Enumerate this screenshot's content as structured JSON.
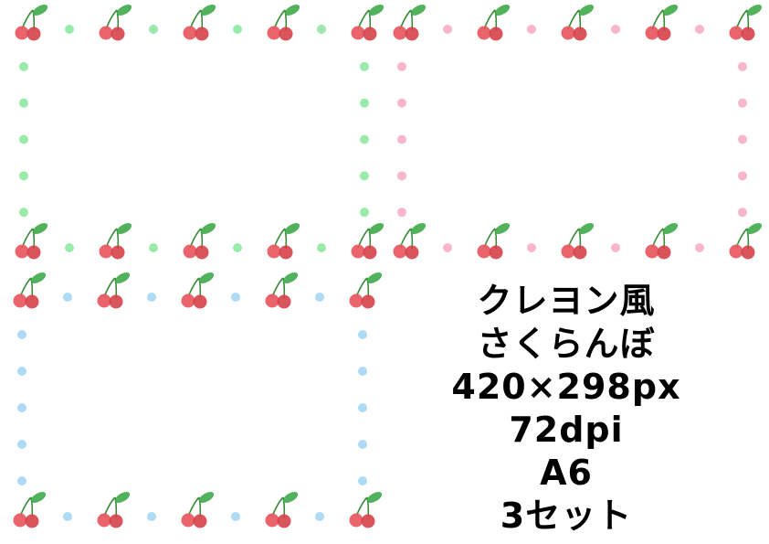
{
  "frames": [
    {
      "name": "frame-green",
      "dot_color": "#88e69a"
    },
    {
      "name": "frame-pink",
      "dot_color": "#f7a9c4"
    },
    {
      "name": "frame-blue",
      "dot_color": "#9fd3f2"
    }
  ],
  "colors": {
    "cherry": "#e8585e",
    "cherry_dark": "#d43c44",
    "leaf": "#3faa4a",
    "stem": "#3a8a3a"
  },
  "info": {
    "line1": "クレヨン風",
    "line2": "さくらんぼ",
    "line3": "420×298px",
    "line4": "72dpi",
    "line5": "A6",
    "line6": "3セット"
  }
}
